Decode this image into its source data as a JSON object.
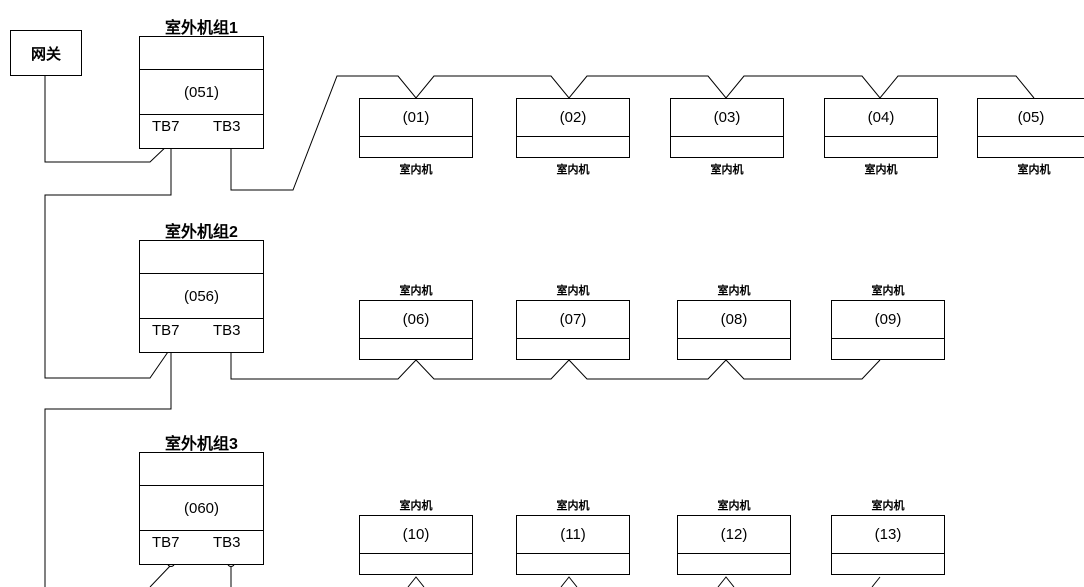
{
  "gateway": {
    "label": "网关"
  },
  "outdoor_units": [
    {
      "title": "室外机组1",
      "address": "(051)",
      "tb7": "TB7",
      "tb3": "TB3"
    },
    {
      "title": "室外机组2",
      "address": "(056)",
      "tb7": "TB7",
      "tb3": "TB3"
    },
    {
      "title": "室外机组3",
      "address": "(060)",
      "tb7": "TB7",
      "tb3": "TB3"
    }
  ],
  "indoor_units": {
    "group1": [
      {
        "address": "(01)",
        "label": "室内机"
      },
      {
        "address": "(02)",
        "label": "室内机"
      },
      {
        "address": "(03)",
        "label": "室内机"
      },
      {
        "address": "(04)",
        "label": "室内机"
      },
      {
        "address": "(05)",
        "label": "室内机"
      }
    ],
    "group2": [
      {
        "address": "(06)",
        "label": "室内机"
      },
      {
        "address": "(07)",
        "label": "室内机"
      },
      {
        "address": "(08)",
        "label": "室内机"
      },
      {
        "address": "(09)",
        "label": "室内机"
      }
    ],
    "group3": [
      {
        "address": "(10)",
        "label": "室内机"
      },
      {
        "address": "(11)",
        "label": "室内机"
      },
      {
        "address": "(12)",
        "label": "室内机"
      },
      {
        "address": "(13)",
        "label": "室内机"
      }
    ]
  }
}
